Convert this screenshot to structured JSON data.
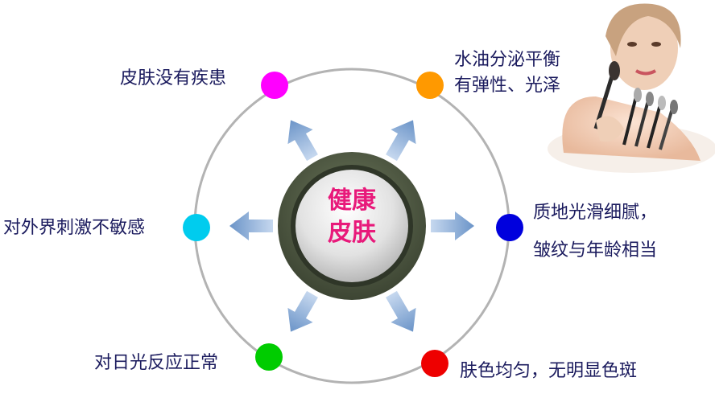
{
  "center": {
    "line1": "健康",
    "line2": "皮肤",
    "color": "#e8197a"
  },
  "nodes": [
    {
      "id": "top-left",
      "text": "皮肤没有疾患",
      "color": "#ff00ff"
    },
    {
      "id": "top-right",
      "text_line1": "水油分泌平衡",
      "text_line2": "有弹性、光泽",
      "color": "#ff9900"
    },
    {
      "id": "right",
      "text_line1": "质地光滑细腻，",
      "text_line2": "皱纹与年龄相当",
      "color": "#0000dd"
    },
    {
      "id": "bottom-right",
      "text": "肤色均匀，无明显色斑",
      "color": "#ee0000"
    },
    {
      "id": "bottom-left",
      "text": "对日光反应正常",
      "color": "#00cc00"
    },
    {
      "id": "left",
      "text": "对外界刺激不敏感",
      "color": "#00ccee"
    }
  ],
  "colors": {
    "label_text": "#1b1b5e",
    "outer_circle": "#b3b3b3",
    "arrow_fill": "#7ea3d1"
  },
  "image": {
    "description": "woman-with-makeup-brushes"
  }
}
